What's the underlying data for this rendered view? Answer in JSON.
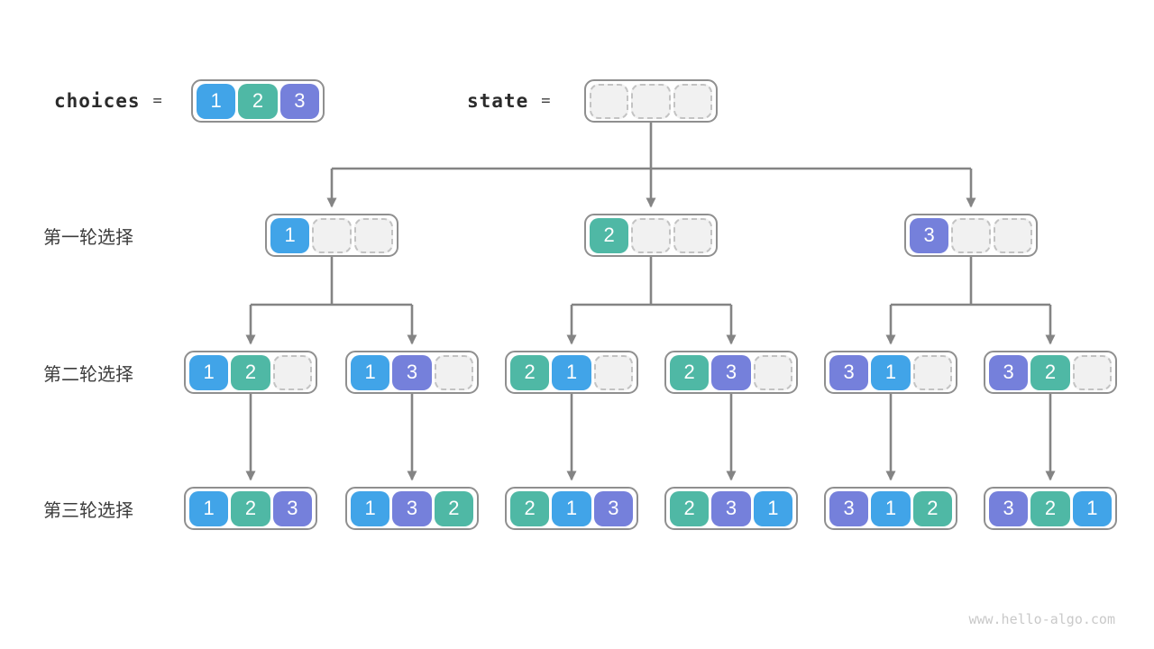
{
  "header": {
    "choices_label": "choices",
    "equals": "=",
    "choices_cells": [
      "1",
      "2",
      "3"
    ],
    "state_label": "state",
    "state_cells": [
      "",
      "",
      ""
    ]
  },
  "rows": [
    {
      "label": "第一轮选择",
      "boxes": [
        [
          "1",
          "",
          ""
        ],
        [
          "2",
          "",
          ""
        ],
        [
          "3",
          "",
          ""
        ]
      ]
    },
    {
      "label": "第二轮选择",
      "boxes": [
        [
          "1",
          "2",
          ""
        ],
        [
          "1",
          "3",
          ""
        ],
        [
          "2",
          "1",
          ""
        ],
        [
          "2",
          "3",
          ""
        ],
        [
          "3",
          "1",
          ""
        ],
        [
          "3",
          "2",
          ""
        ]
      ]
    },
    {
      "label": "第三轮选择",
      "boxes": [
        [
          "1",
          "2",
          "3"
        ],
        [
          "1",
          "3",
          "2"
        ],
        [
          "2",
          "1",
          "3"
        ],
        [
          "2",
          "3",
          "1"
        ],
        [
          "3",
          "1",
          "2"
        ],
        [
          "3",
          "2",
          "1"
        ]
      ]
    }
  ],
  "colors": {
    "1": "#41a4e8",
    "2": "#4fb8a5",
    "3": "#7580db",
    "empty_fill": "#f1f1f1",
    "empty_border": "#c3c3c3",
    "box_border": "#8f8f8f",
    "arrow": "#848484"
  },
  "watermark": "www.hello-algo.com"
}
